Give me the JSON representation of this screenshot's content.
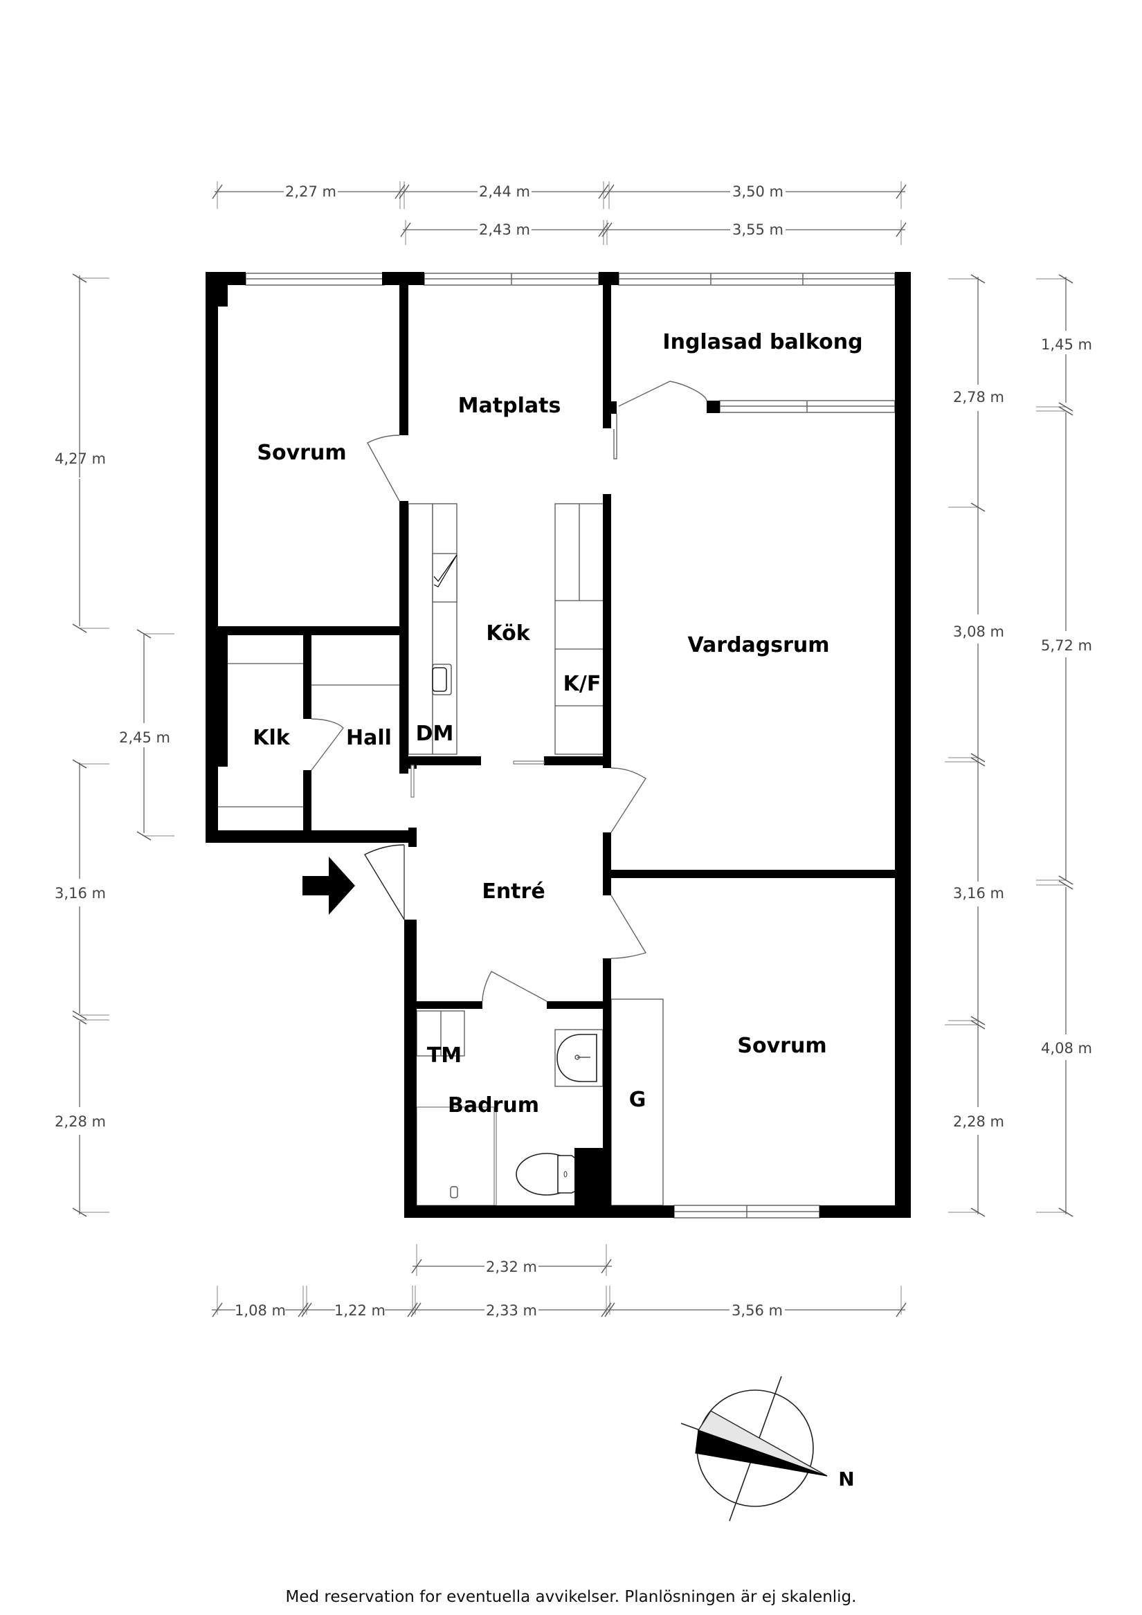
{
  "plan": {
    "rooms": [
      {
        "id": "sovrum-1",
        "label": "Sovrum"
      },
      {
        "id": "matplats",
        "label": "Matplats"
      },
      {
        "id": "inglasad-balkong",
        "label": "Inglasad balkong"
      },
      {
        "id": "kok",
        "label": "Kök"
      },
      {
        "id": "vardagsrum",
        "label": "Vardagsrum"
      },
      {
        "id": "klk",
        "label": "Klk"
      },
      {
        "id": "hall",
        "label": "Hall"
      },
      {
        "id": "entre",
        "label": "Entré"
      },
      {
        "id": "badrum",
        "label": "Badrum"
      },
      {
        "id": "sovrum-2",
        "label": "Sovrum"
      }
    ],
    "fixtures": {
      "dishwasher": "DM",
      "fridge_freezer": "K/F",
      "washing_machine": "TM",
      "wardrobe": "G"
    },
    "entrance_icon": "arrow-right-icon"
  },
  "dimensions": {
    "top_row1": [
      "2,27 m",
      "2,44 m",
      "3,50 m"
    ],
    "top_row2": [
      "2,43 m",
      "3,55 m"
    ],
    "left": [
      "4,27 m",
      "2,45 m",
      "3,16 m",
      "2,28 m"
    ],
    "right_inner": [
      "2,78 m",
      "3,08 m",
      "3,16 m",
      "2,28 m"
    ],
    "right_outer": [
      "1,45 m",
      "5,72 m",
      "4,08 m"
    ],
    "bottom_row1": [
      "2,32 m"
    ],
    "bottom_row2": [
      "1,08 m",
      "1,22 m",
      "2,33 m",
      "3,56 m"
    ]
  },
  "compass": {
    "label": "N",
    "icon": "compass-north-icon"
  },
  "footer": {
    "disclaimer": "Med reservation for eventuella avvikelser. Planlösningen är ej skalenlig."
  }
}
